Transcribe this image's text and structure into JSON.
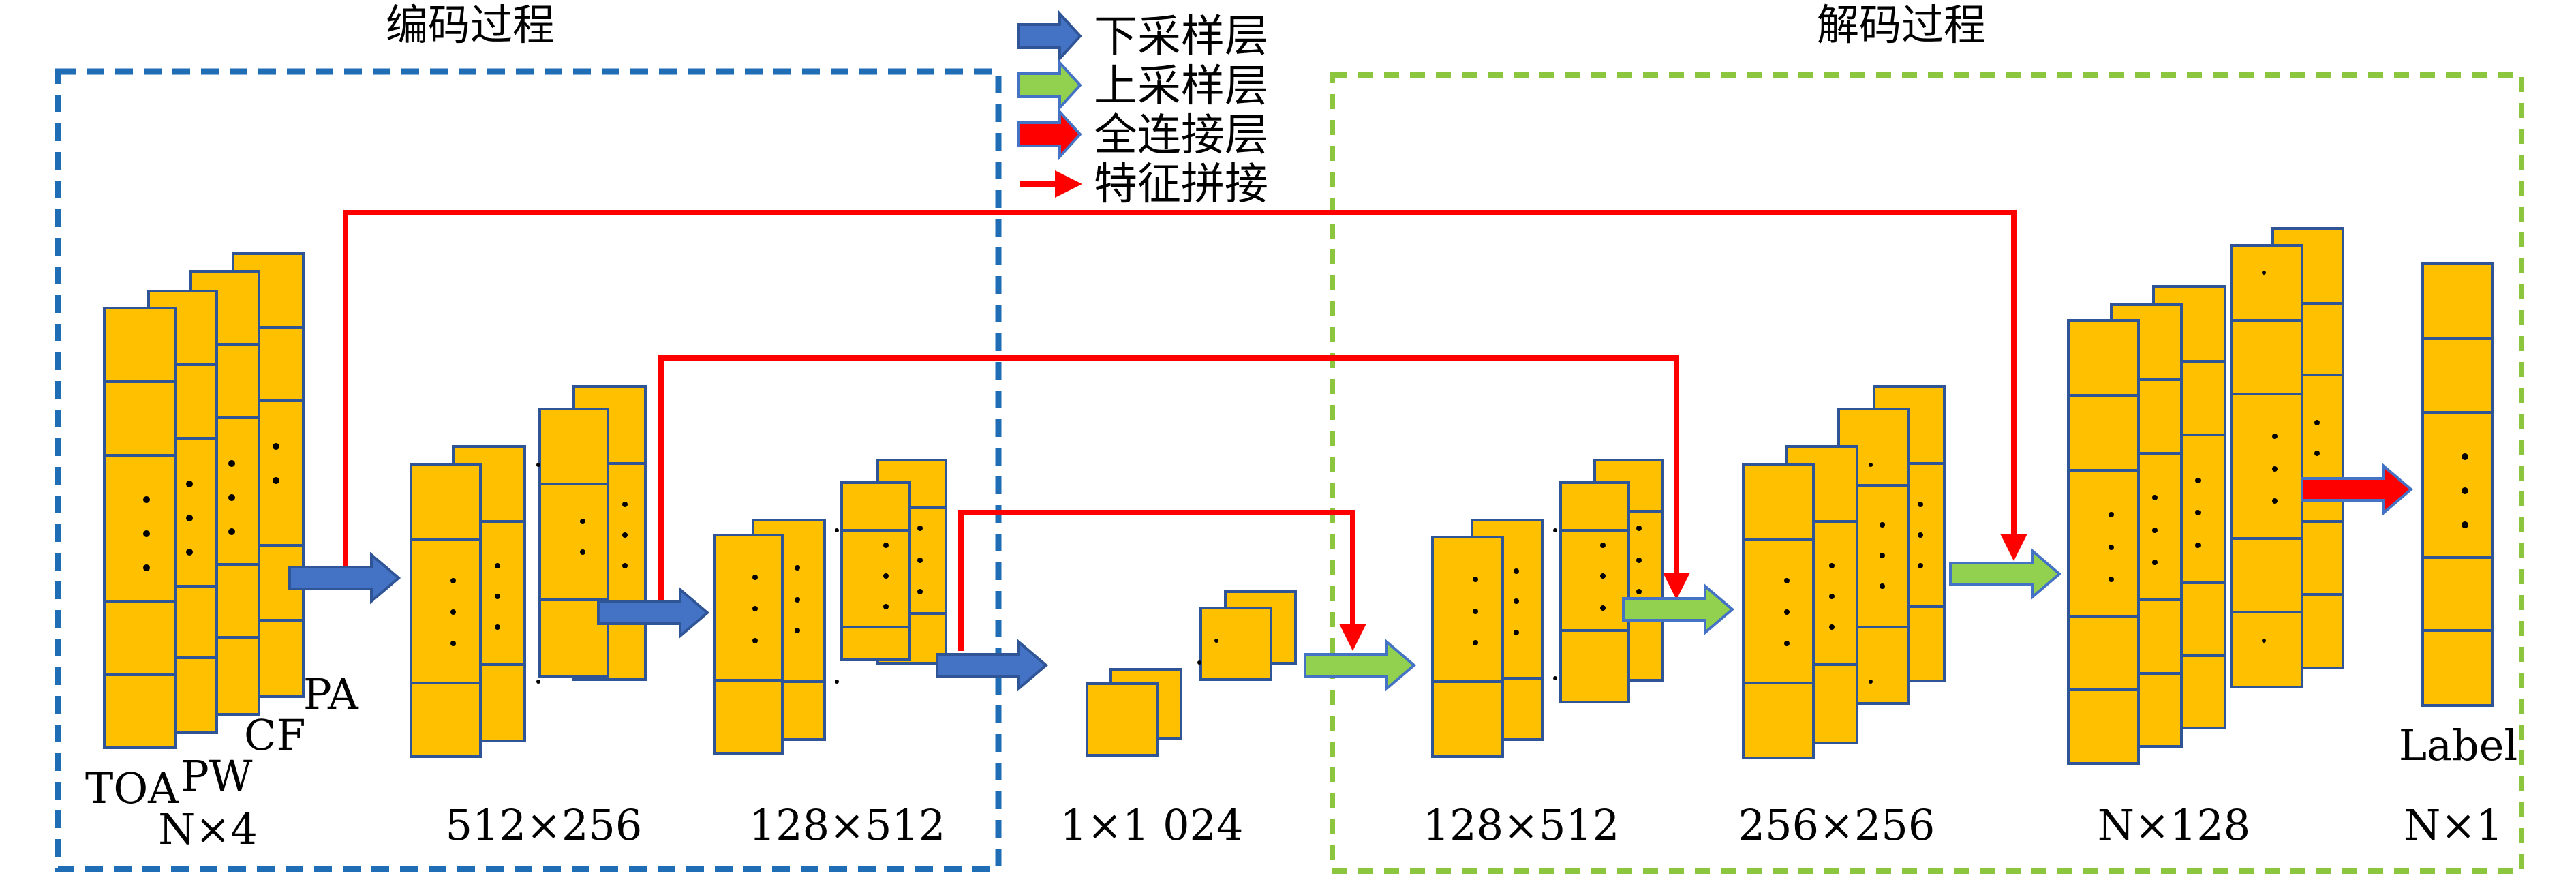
{
  "titles": {
    "encode": "编码过程",
    "decode": "解码过程"
  },
  "legend": [
    {
      "label": "下采样层",
      "color": "#4472C4"
    },
    {
      "label": "上采样层",
      "color": "#70AD47"
    },
    {
      "label": "全连接层",
      "color": "#FF0000"
    },
    {
      "label": "特征拼接",
      "color": "#FF0000"
    }
  ],
  "input_features": [
    "TOA",
    "PW",
    "CF",
    "PA"
  ],
  "stage_labels": {
    "s1": "N×4",
    "s2": "512×256",
    "s3": "128×512",
    "s4": "1×1 024",
    "s5": "128×512",
    "s6": "256×256",
    "s7": "N×128",
    "s8": "N×1"
  },
  "output_label": "Label",
  "colors": {
    "block_fill": "#FFC000",
    "block_stroke": "#2F5597",
    "encode_box": "#1F6DB5",
    "decode_box": "#8CC63F",
    "skip": "#FF0000"
  }
}
